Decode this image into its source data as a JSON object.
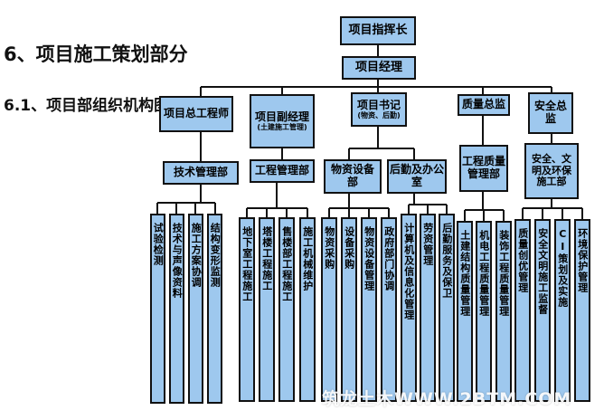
{
  "headings": {
    "section": "6、项目施工策划部分",
    "subsection": "6.1、项目部组织机构图:"
  },
  "org": {
    "top": [
      "项目指挥长",
      "项目经理"
    ],
    "heads": {
      "chief_engineer": "项目总工程师",
      "deputy_manager": "项目副经理",
      "deputy_manager_sub": "(土建施工管理)",
      "secretary": "项目书记",
      "secretary_sub": "(物资、后勤)",
      "quality_director": "质量总监",
      "safety_director": "安全总监"
    },
    "departments": {
      "tech": "技术管理部",
      "engineering": "工程管理部",
      "materials": "物资设备部",
      "logistics": "后勤及办公室",
      "quality": "工程质量管理部",
      "safety": "安全、文明及环保施工部"
    },
    "leaves": {
      "tech": [
        "试验检测",
        "技术与声像资料",
        "施工方案协调",
        "结构变形监测"
      ],
      "engineering": [
        "地下室工程施工",
        "塔楼工程施工",
        "售楼部工程施工",
        "施工机械维护"
      ],
      "materials": [
        "物资采购",
        "设备采购",
        "物资设备管理",
        "政府部门协调"
      ],
      "logistics": [
        "计算机及信息化管理",
        "劳资管理",
        "后勤服务及保卫"
      ],
      "quality": [
        "土建结构质量管理",
        "机电工程质量管理",
        "装饰工程质量管理"
      ],
      "safety": [
        "质量创优管理",
        "安全文明施工监督",
        "CI策划及实施",
        "环境保护管理"
      ]
    }
  },
  "watermark": "筑龙土木WWW.2BTM.COM"
}
